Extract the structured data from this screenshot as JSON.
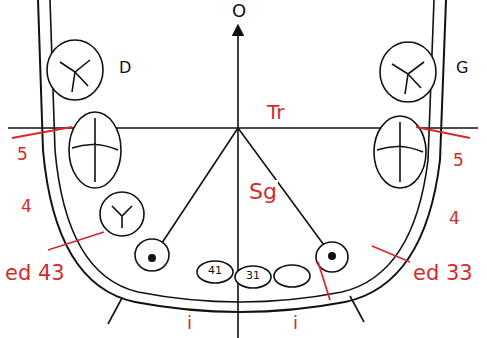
{
  "diagram": {
    "labels": [
      "O",
      "D",
      "G",
      "Tr",
      "5",
      "5",
      "4",
      "4",
      "Sg",
      "ed 43",
      "ed 33",
      "41",
      "31",
      "i",
      "i"
    ]
  }
}
